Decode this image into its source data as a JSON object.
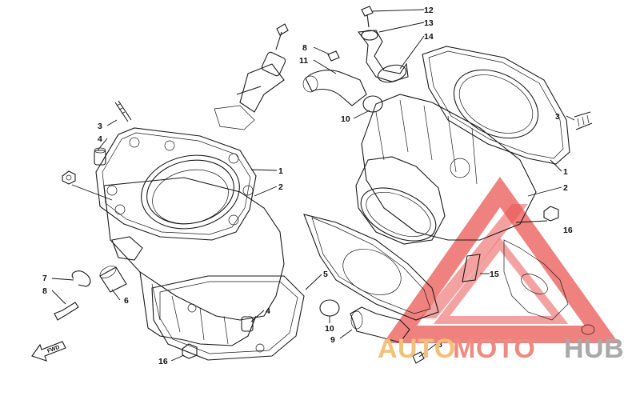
{
  "diagram": {
    "part_labels": [
      {
        "id": "p12",
        "text": "12"
      },
      {
        "id": "p13",
        "text": "13"
      },
      {
        "id": "p14",
        "text": "14"
      },
      {
        "id": "p8a",
        "text": "8"
      },
      {
        "id": "p11",
        "text": "11"
      },
      {
        "id": "p10a",
        "text": "10"
      },
      {
        "id": "p3a",
        "text": "3"
      },
      {
        "id": "p4a",
        "text": "4"
      },
      {
        "id": "p1a",
        "text": "1"
      },
      {
        "id": "p2a",
        "text": "2"
      },
      {
        "id": "p3b",
        "text": "3"
      },
      {
        "id": "p1b",
        "text": "1"
      },
      {
        "id": "p2b",
        "text": "2"
      },
      {
        "id": "p16a",
        "text": "16"
      },
      {
        "id": "p15",
        "text": "15"
      },
      {
        "id": "p5",
        "text": "5"
      },
      {
        "id": "p7",
        "text": "7"
      },
      {
        "id": "p8b",
        "text": "8"
      },
      {
        "id": "p6",
        "text": "6"
      },
      {
        "id": "p4b",
        "text": "4"
      },
      {
        "id": "p10b",
        "text": "10"
      },
      {
        "id": "p9",
        "text": "9"
      },
      {
        "id": "p8c",
        "text": "8"
      },
      {
        "id": "p16b",
        "text": "16"
      }
    ],
    "fwd_label": "FWD"
  },
  "watermark": {
    "part1": "AUTO",
    "part2": "MOTO",
    "part3": "HUB",
    "colors": {
      "auto": "#f3c07a",
      "moto": "#ee8a80",
      "hub": "#a9a9a9",
      "triangle": "#e53935"
    }
  }
}
